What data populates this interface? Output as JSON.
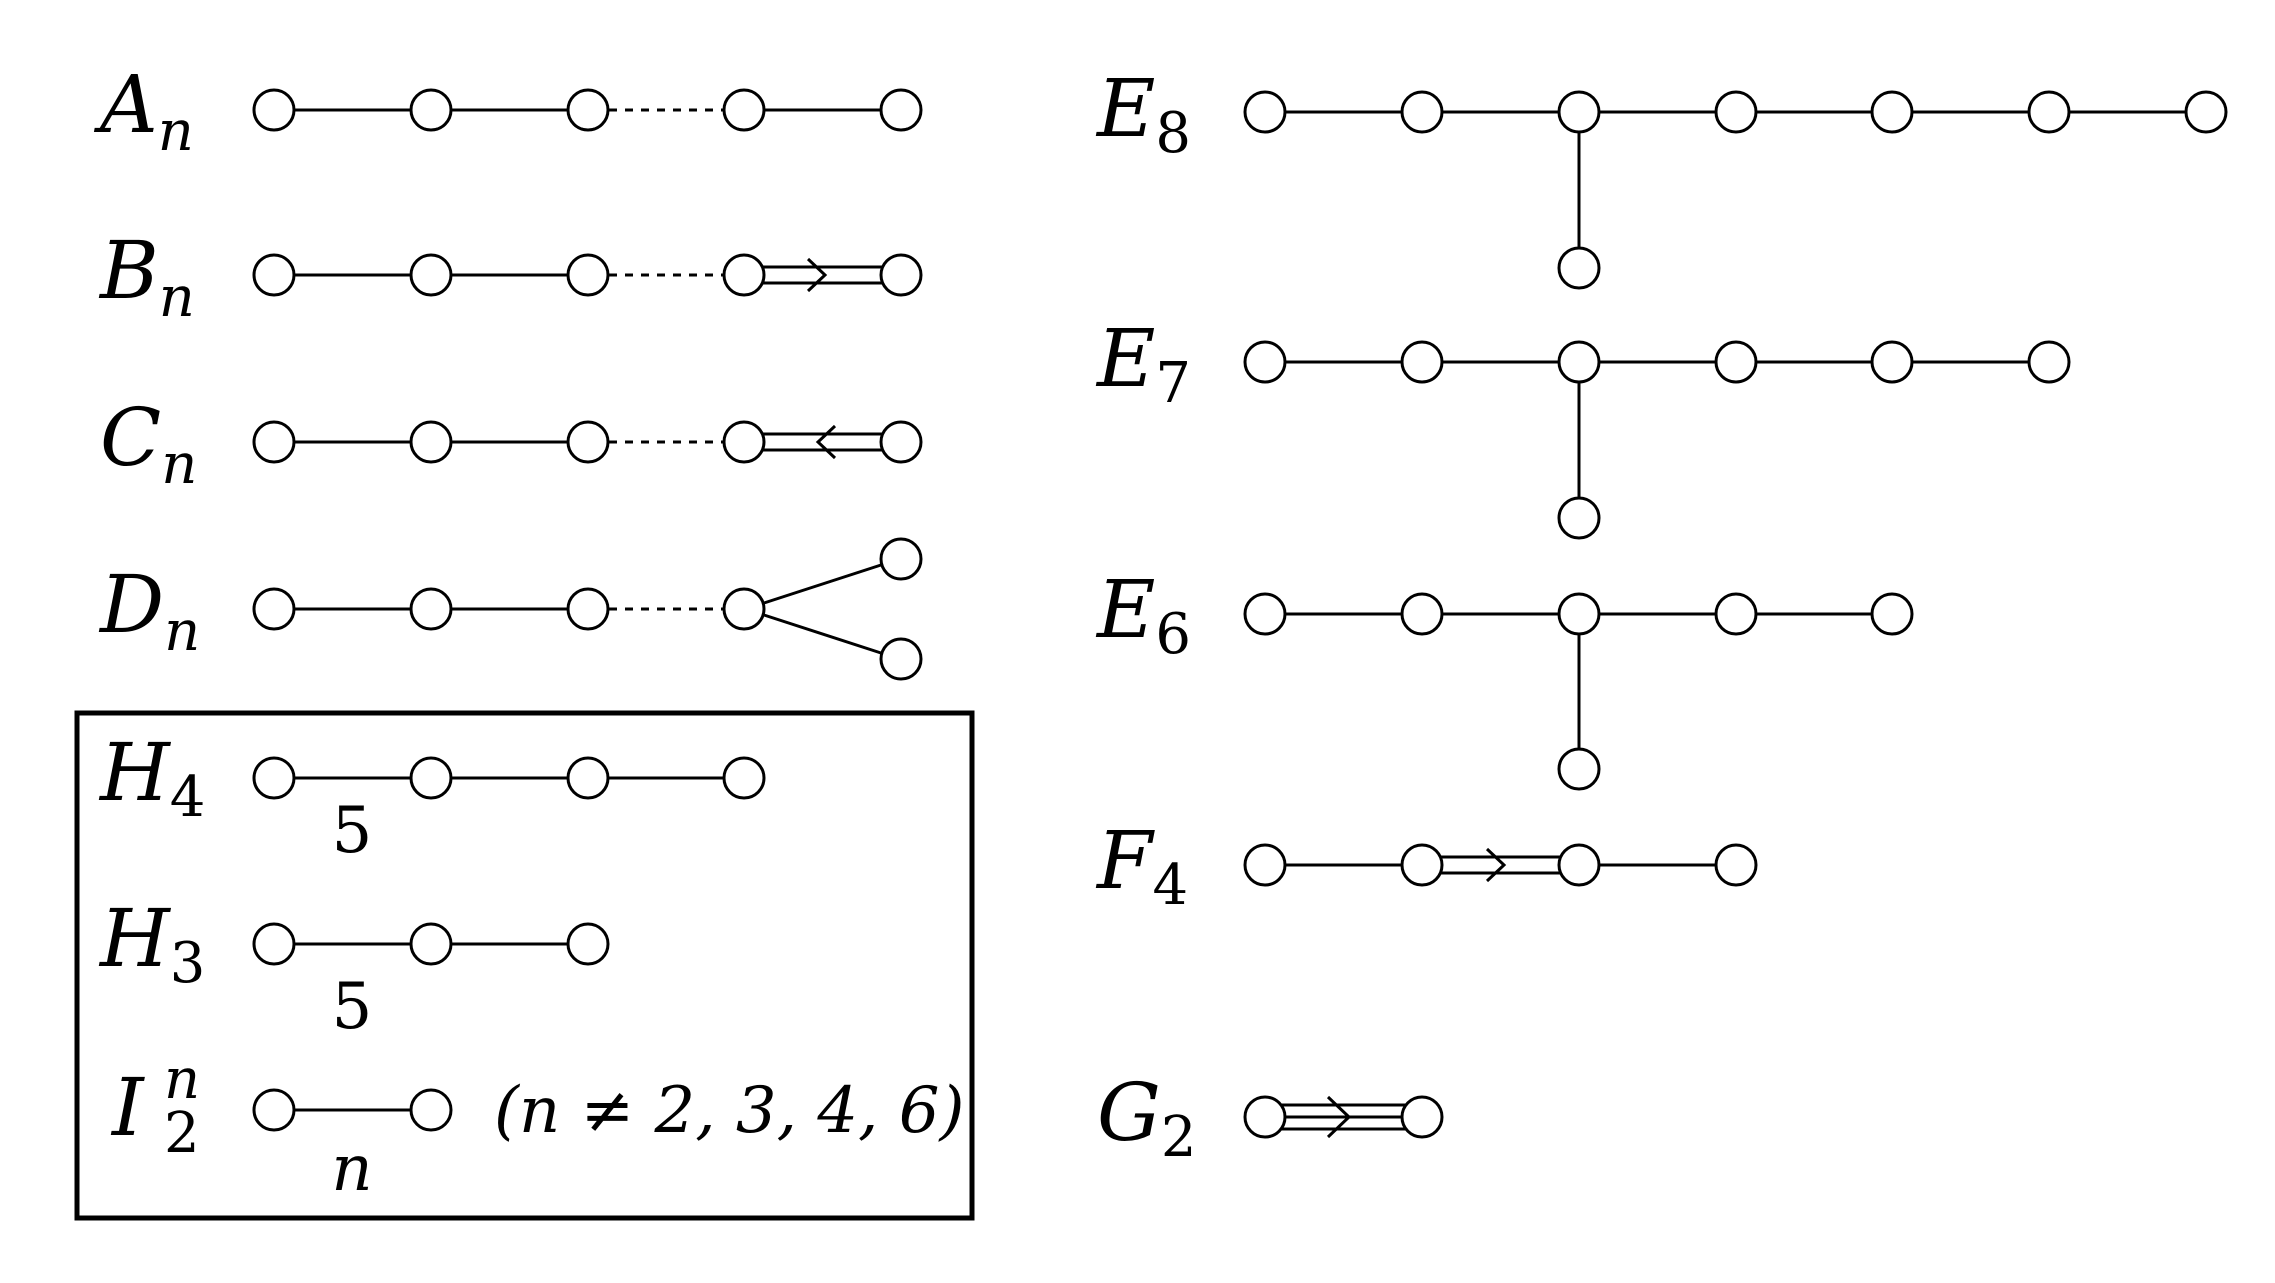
{
  "diagrams": {
    "A": {
      "letter": "A",
      "sub": "n"
    },
    "B": {
      "letter": "B",
      "sub": "n"
    },
    "C": {
      "letter": "C",
      "sub": "n"
    },
    "D": {
      "letter": "D",
      "sub": "n"
    },
    "H4": {
      "letter": "H",
      "sub": "4",
      "edge_label": "5"
    },
    "H3": {
      "letter": "H",
      "sub": "3",
      "edge_label": "5"
    },
    "I2": {
      "letter": "I",
      "sub": "2",
      "sup": "n",
      "edge_label": "n",
      "condition": "(n ≠ 2, 3, 4, 6)"
    },
    "E8": {
      "letter": "E",
      "sub": "8"
    },
    "E7": {
      "letter": "E",
      "sub": "7"
    },
    "E6": {
      "letter": "E",
      "sub": "6"
    },
    "F4": {
      "letter": "F",
      "sub": "4"
    },
    "G2": {
      "letter": "G",
      "sub": "2"
    }
  }
}
